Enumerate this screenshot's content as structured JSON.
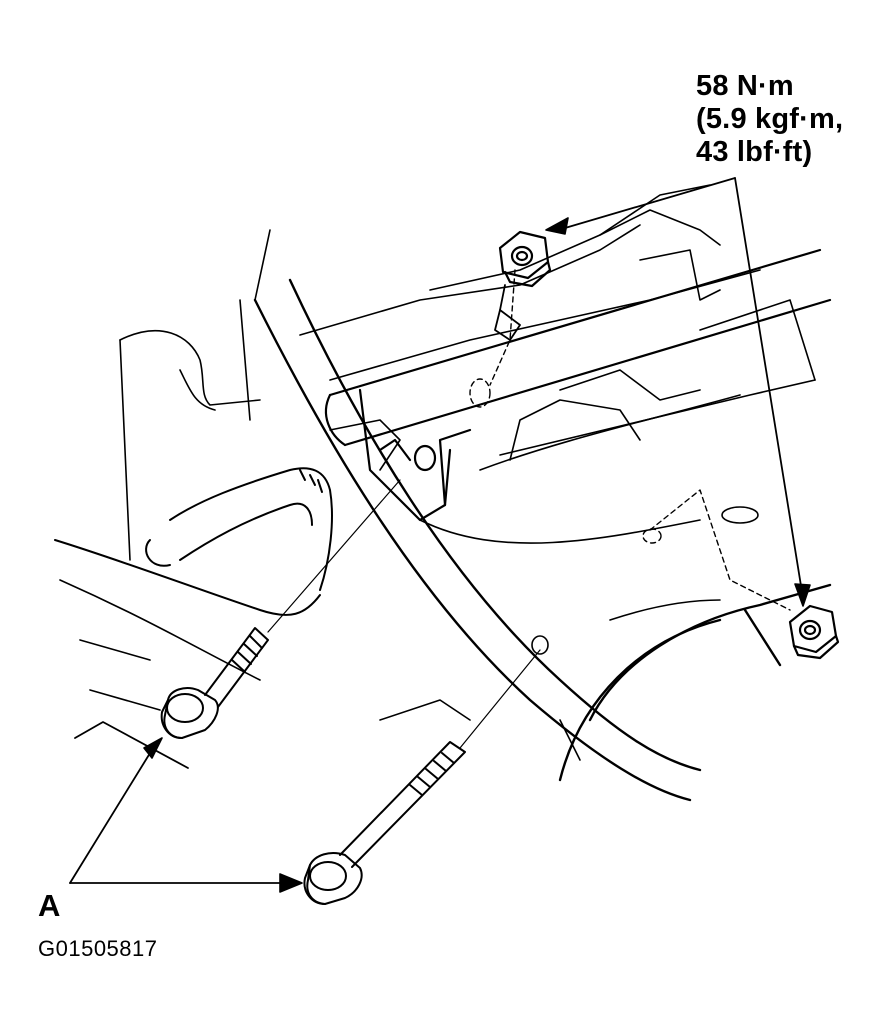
{
  "torque_spec": {
    "line1": "58 N·m",
    "line2": "(5.9 kgf·m,",
    "line3": "43 lbf·ft)"
  },
  "callout": {
    "label": "A"
  },
  "figure": {
    "id": "G01505817"
  }
}
